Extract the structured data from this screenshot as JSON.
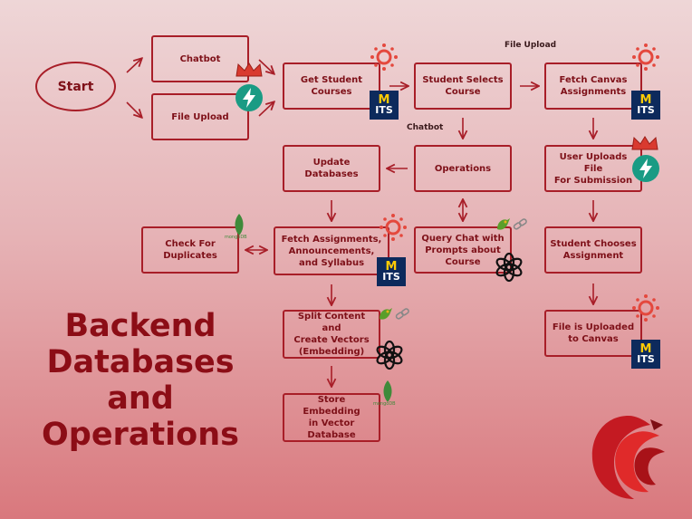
{
  "start_label": "Start",
  "title": "Backend\nDatabases\nand\nOperations",
  "nodes": {
    "chatbot": "Chatbot",
    "file_upload": "File Upload",
    "get_student_courses": "Get Student\nCourses",
    "student_selects_course": "Student Selects\nCourse",
    "fetch_canvas_assignments": "Fetch Canvas\nAssignments",
    "operations": "Operations",
    "update_databases": "Update\nDatabases",
    "user_uploads_file": "User Uploads File\nFor Submission",
    "check_duplicates": "Check For\nDuplicates",
    "fetch_assign_announce": "Fetch Assignments,\nAnnouncements,\nand Syllabus",
    "query_chat": "Query Chat with\nPrompts about\nCourse",
    "student_chooses_assignment": "Student Chooses\nAssignment",
    "split_content": "Split Content and\nCreate Vectors\n(Embedding)",
    "file_uploaded_canvas": "File is Uploaded\nto Canvas",
    "store_embedding": "Store Embedding\nin Vector\nDatabase"
  },
  "edge_labels": {
    "file_upload": "File Upload",
    "chatbot": "Chatbot"
  },
  "its_badge": {
    "m": "M",
    "text": "ITS"
  },
  "mongodb_label": "mongoDB",
  "colors": {
    "accent": "#a81e28",
    "text": "#7e1018",
    "its_blue": "#0d2a5c",
    "its_gold": "#ffcb05",
    "canvas_red": "#e4483d",
    "bolt_teal": "#1a9b84",
    "mongo_green": "#3f8a3a"
  },
  "icons": [
    "canvas-logo-icon",
    "michigan-its-icon",
    "svelte-crown-icon",
    "lightning-bolt-icon",
    "mongodb-leaf-icon",
    "parrot-chain-icon",
    "openai-icon",
    "red-hawk-logo-icon"
  ]
}
